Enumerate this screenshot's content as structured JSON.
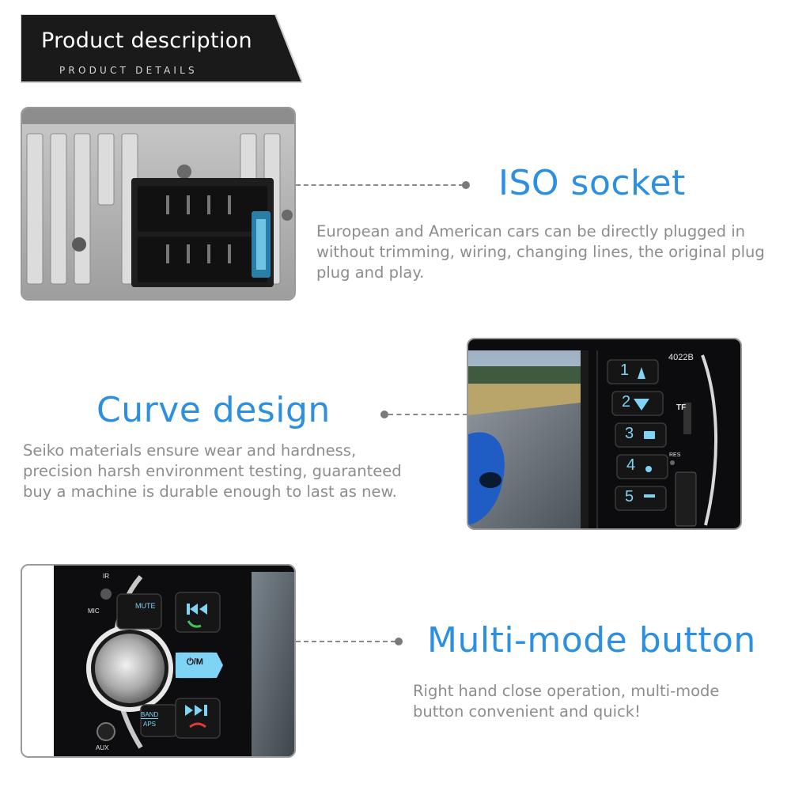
{
  "header": {
    "title": "Product description",
    "subtitle": "PRODUCT DETAILS"
  },
  "features": [
    {
      "title": "ISO socket",
      "lines": [
        "European and American cars can be directly plugged in",
        "without trimming, wiring, changing lines, the original plug",
        "plug and play."
      ]
    },
    {
      "title": "Curve design",
      "lines": [
        "Seiko materials ensure wear and hardness,",
        "precision harsh environment testing, guaranteed",
        "buy a machine is durable enough to last as new."
      ]
    },
    {
      "title": "Multi-mode button",
      "lines": [
        "Right hand close operation, multi-mode",
        "button convenient and quick!"
      ]
    }
  ],
  "device": {
    "model": "4022B",
    "buttons": [
      "1",
      "2",
      "3",
      "4",
      "5"
    ],
    "slot_labels": {
      "tf": "TF",
      "res": "RES"
    },
    "panel_labels": {
      "mic": "MIC",
      "aux": "AUX",
      "mute": "MUTE",
      "power_mode": "⏻/M",
      "band": "BAND",
      "aps": "APS",
      "ir": "IR"
    }
  },
  "colors": {
    "accent": "#2d8fe0",
    "banner": "#1a1a1a",
    "button_glow": "#7fd3f5"
  }
}
